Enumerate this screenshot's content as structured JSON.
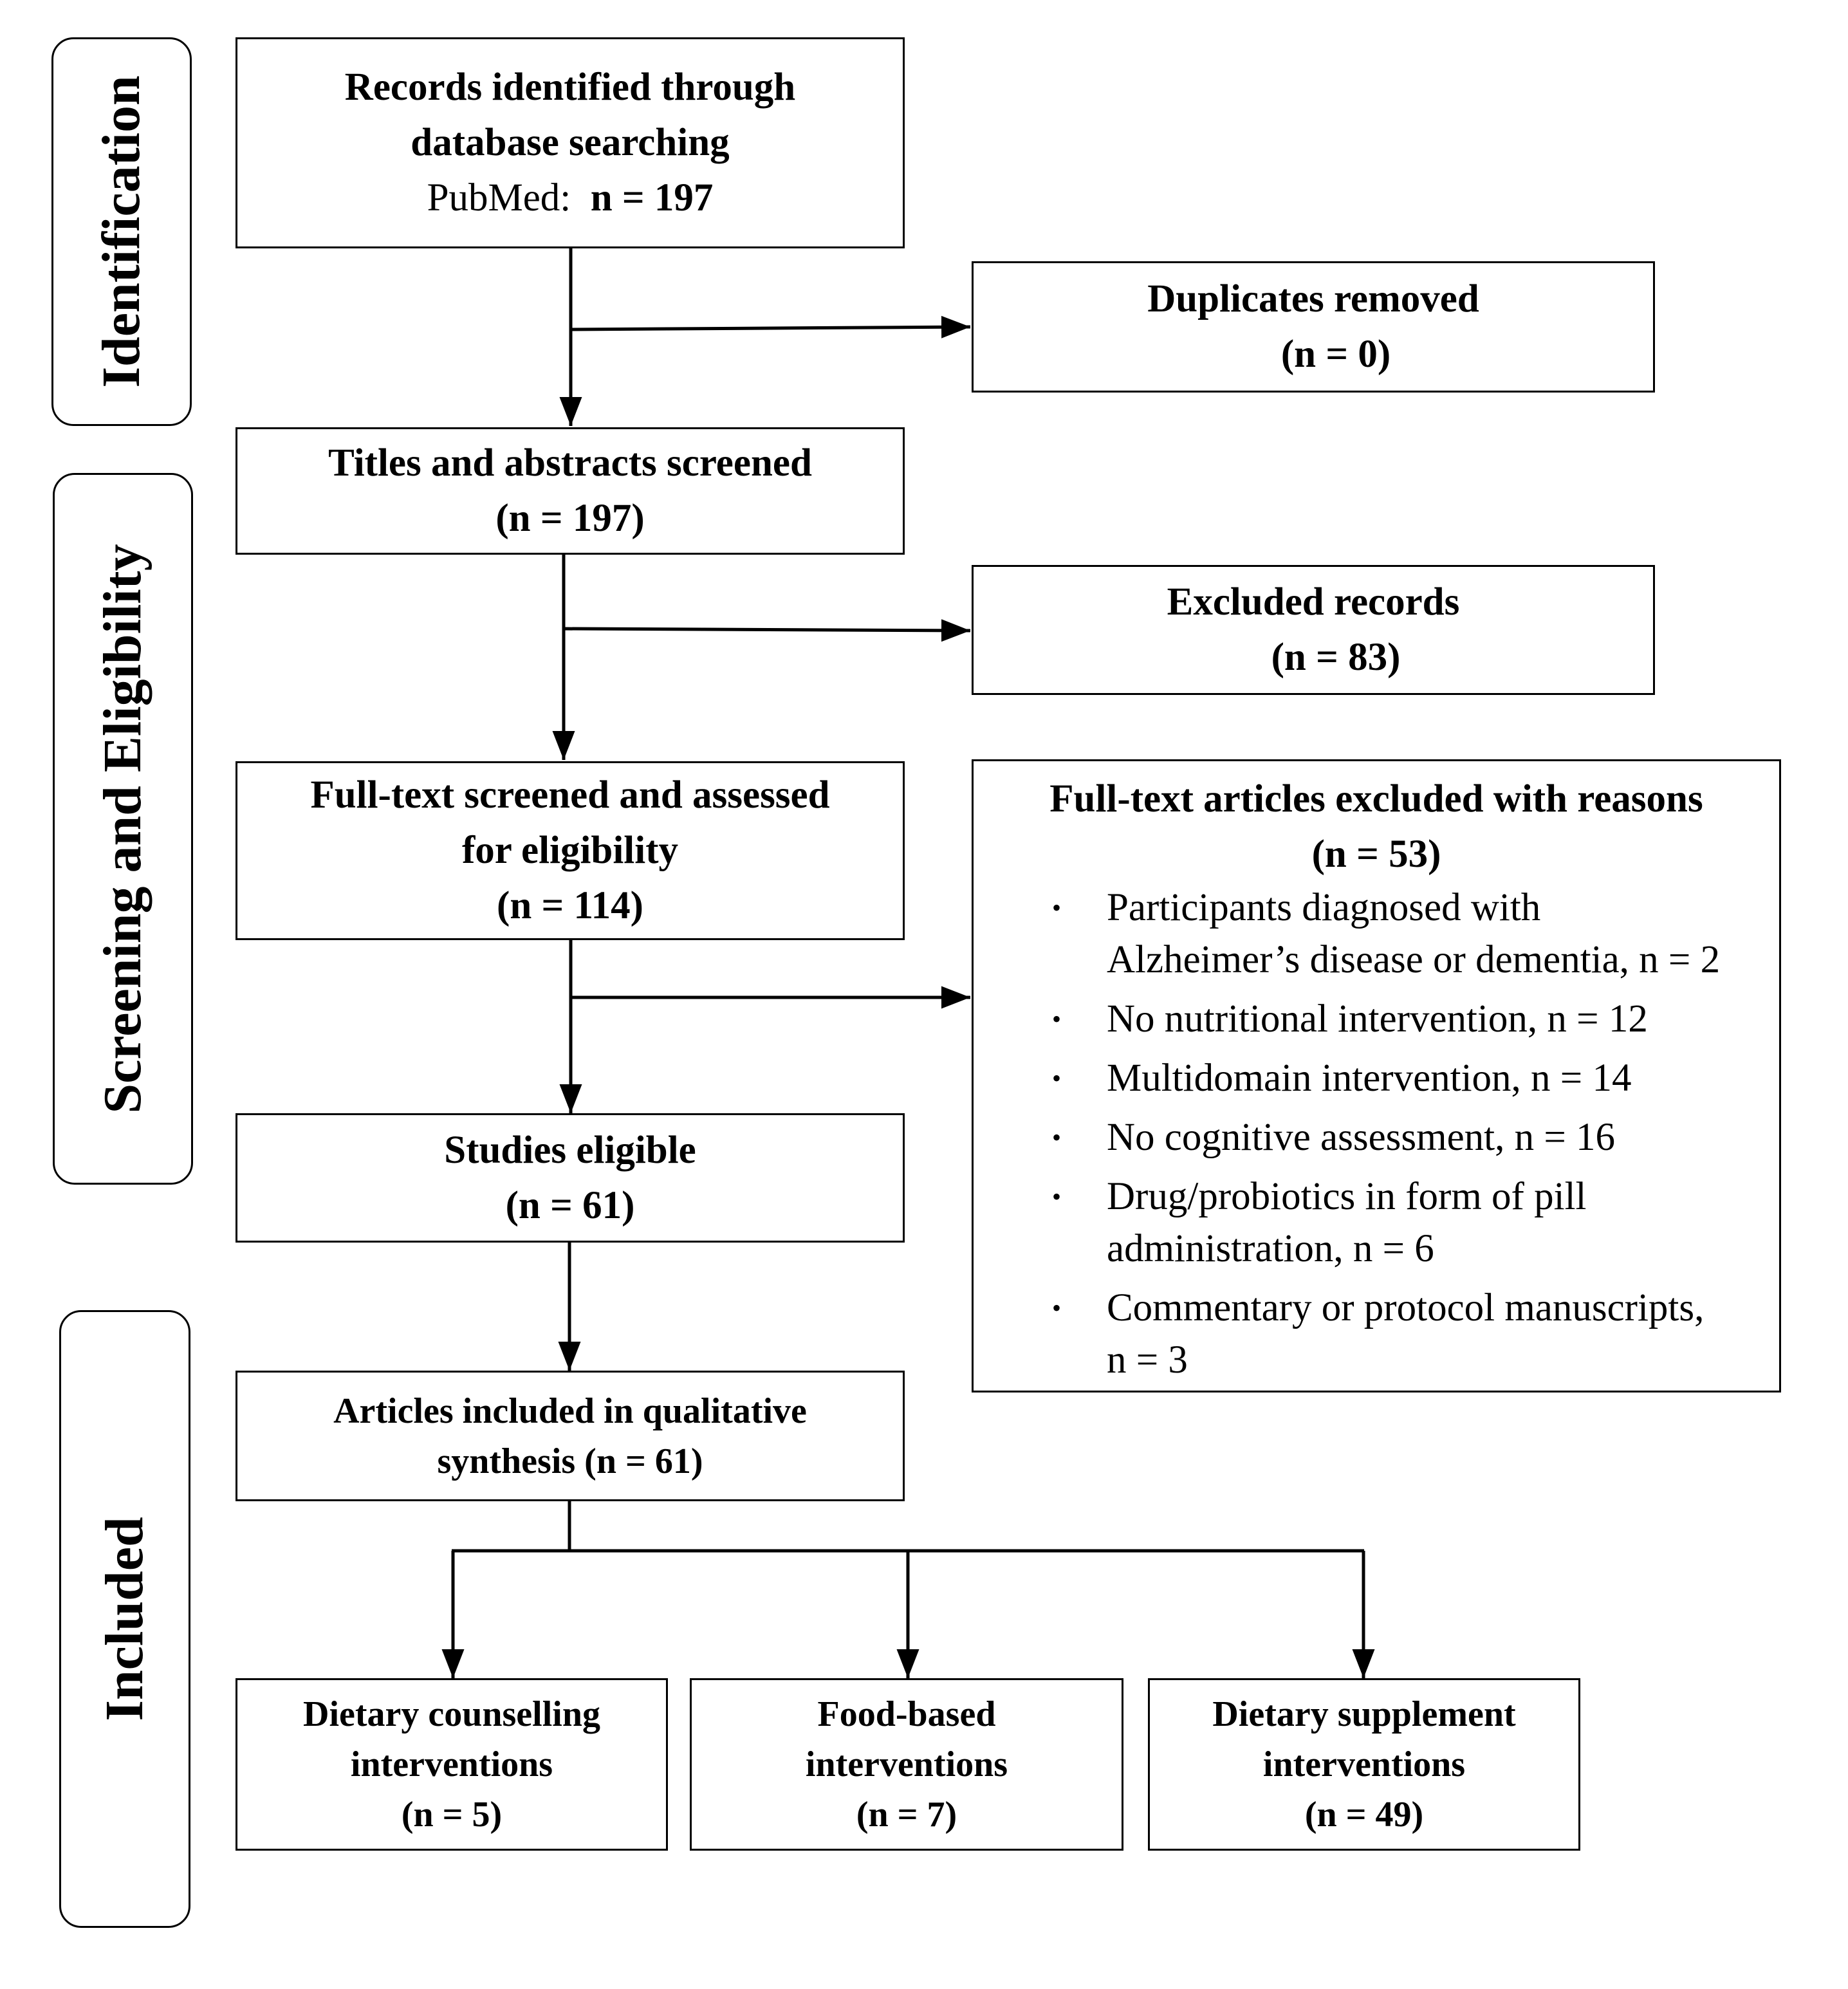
{
  "phases": {
    "identification": "Identification",
    "screening": "Screening and Eligibility",
    "included": "Included"
  },
  "boxes": {
    "records": {
      "line1": "Records identified through",
      "line2": "database searching",
      "source_label": "PubMed:",
      "source_count": "n = 197"
    },
    "duplicates": {
      "title": "Duplicates removed",
      "count": "(n = 0)"
    },
    "titles": {
      "title": "Titles and abstracts screened",
      "count": "(n = 197)"
    },
    "excluded": {
      "title": "Excluded records",
      "count": "(n = 83)"
    },
    "fulltext": {
      "line1": "Full-text screened and assessed",
      "line2": "for eligibility",
      "count": "(n = 114)"
    },
    "fulltext_excluded": {
      "title": "Full-text articles excluded with reasons",
      "count": "(n = 53)",
      "reasons": [
        {
          "bullet": "•",
          "line1": "Participants diagnosed with",
          "line2": "Alzheimer’s disease or dementia, n = 2"
        },
        {
          "bullet": "•",
          "line1": "No nutritional intervention, n = 12",
          "line2": ""
        },
        {
          "bullet": "•",
          "line1": "Multidomain intervention, n = 14",
          "line2": ""
        },
        {
          "bullet": "•",
          "line1": "No cognitive assessment, n = 16",
          "line2": ""
        },
        {
          "bullet": "•",
          "line1": "Drug/probiotics in form of pill",
          "line2": "administration, n = 6"
        },
        {
          "bullet": "•",
          "line1": "Commentary or protocol manuscripts,",
          "line2": "n = 3"
        }
      ]
    },
    "eligible": {
      "title": "Studies eligible",
      "count": "(n = 61)"
    },
    "included_articles": {
      "line1": "Articles included in qualitative",
      "line2": "synthesis (n = 61)"
    },
    "counselling": {
      "line1": "Dietary counselling",
      "line2": "interventions",
      "count": "(n = 5)"
    },
    "food": {
      "line1": "Food-based",
      "line2": "interventions",
      "count": "(n = 7)"
    },
    "supplement": {
      "line1": "Dietary supplement",
      "line2": "interventions",
      "count": "(n = 49)"
    }
  }
}
